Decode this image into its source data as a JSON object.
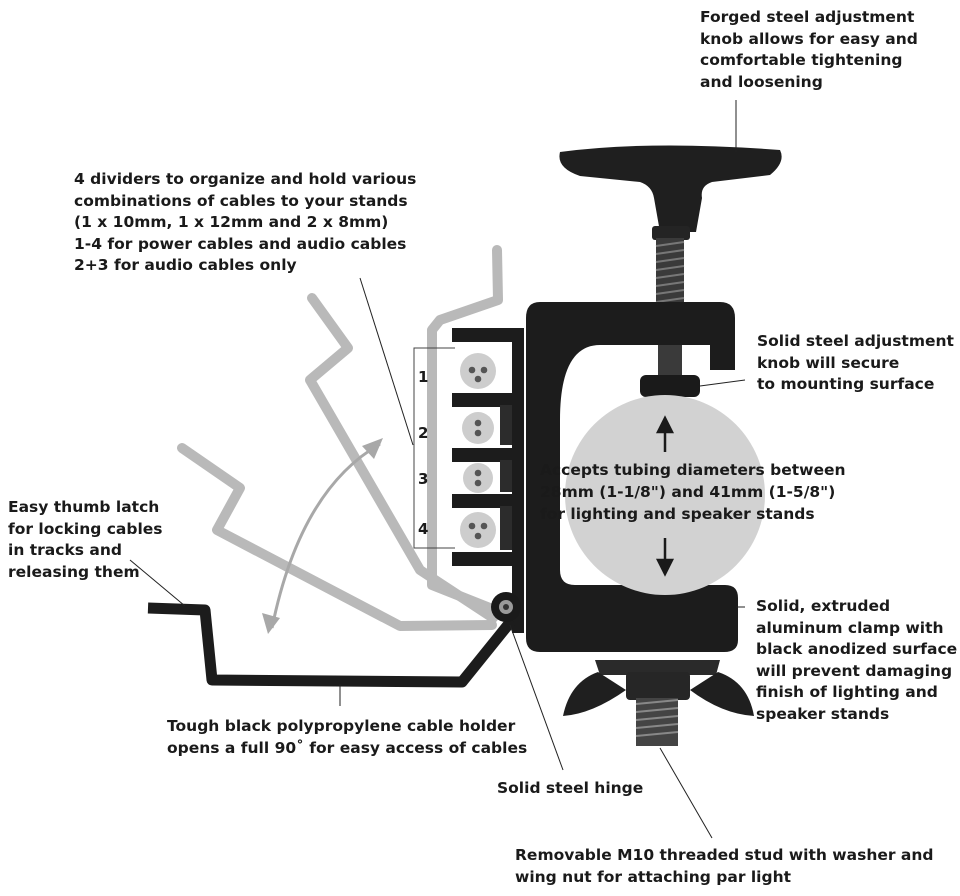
{
  "colors": {
    "black_part": "#1c1c1c",
    "ghost_part": "#b9b9b9",
    "tube": "#d2d2d2",
    "arrow": "#a8a8a8",
    "text": "#1a1a1a"
  },
  "callouts": {
    "knob_top": [
      "Forged steel adjustment",
      "knob allows for easy and",
      "comfortable tightening",
      "and loosening"
    ],
    "dividers": [
      "4 dividers to organize and hold various",
      "combinations of cables to your stands",
      "(1 x 10mm, 1 x 12mm and 2 x 8mm)",
      "1-4 for power cables and audio cables",
      "2+3 for audio cables only"
    ],
    "solid_knob": [
      "Solid steel adjustment",
      "knob will secure",
      "to mounting surface"
    ],
    "tubing": [
      "Accepts tubing diameters between",
      "28mm (1-1/8\") and 41mm (1-5/8\")",
      "for lighting and speaker stands"
    ],
    "thumb_latch": [
      "Easy thumb latch",
      "for locking cables",
      "in tracks and",
      "releasing them"
    ],
    "clamp": [
      "Solid, extruded",
      "aluminum clamp with",
      "black anodized surface",
      "will prevent damaging",
      "finish of lighting and",
      "speaker stands"
    ],
    "cable_holder": [
      "Tough black polypropylene cable holder",
      "opens a full 90˚ for easy access of cables"
    ],
    "hinge": [
      "Solid steel hinge"
    ],
    "stud": [
      "Removable M10 threaded stud with washer and",
      "wing nut for attaching par light"
    ]
  },
  "divider_numbers": [
    "1",
    "2",
    "3",
    "4"
  ],
  "icons": [
    "wing-knob-icon",
    "threaded-rod-icon",
    "c-clamp-body-icon",
    "tube-cross-section-icon",
    "cable-holder-icon",
    "hinge-pin-icon",
    "wing-nut-icon",
    "cable-socket-icon"
  ]
}
